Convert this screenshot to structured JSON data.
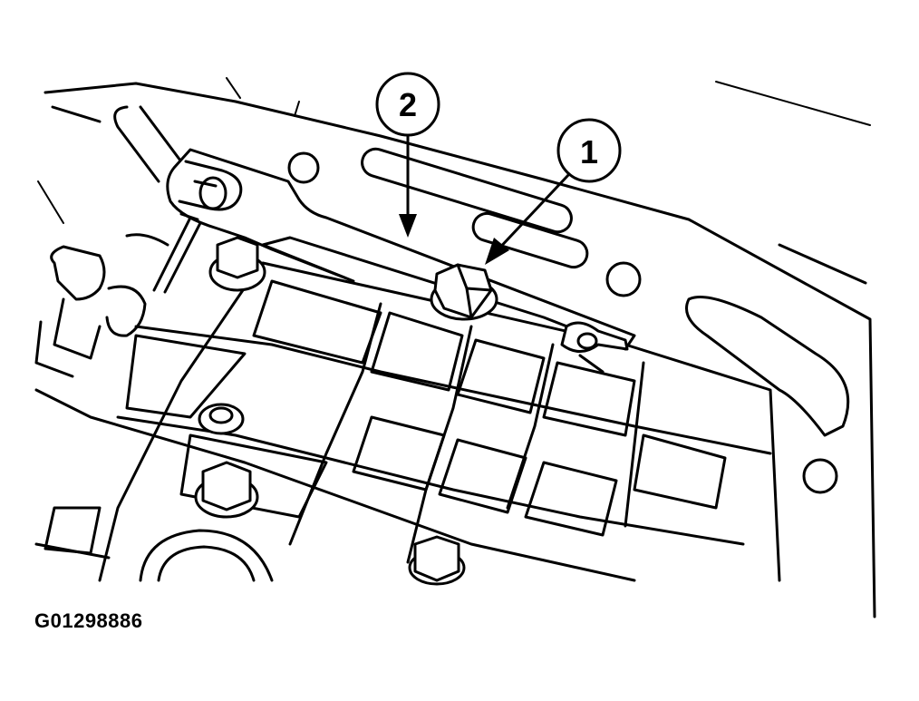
{
  "figure": {
    "id_label": "G01298886",
    "callouts": [
      {
        "number": "1"
      },
      {
        "number": "2"
      }
    ]
  },
  "colors": {
    "line": "#000000",
    "background": "#ffffff"
  }
}
